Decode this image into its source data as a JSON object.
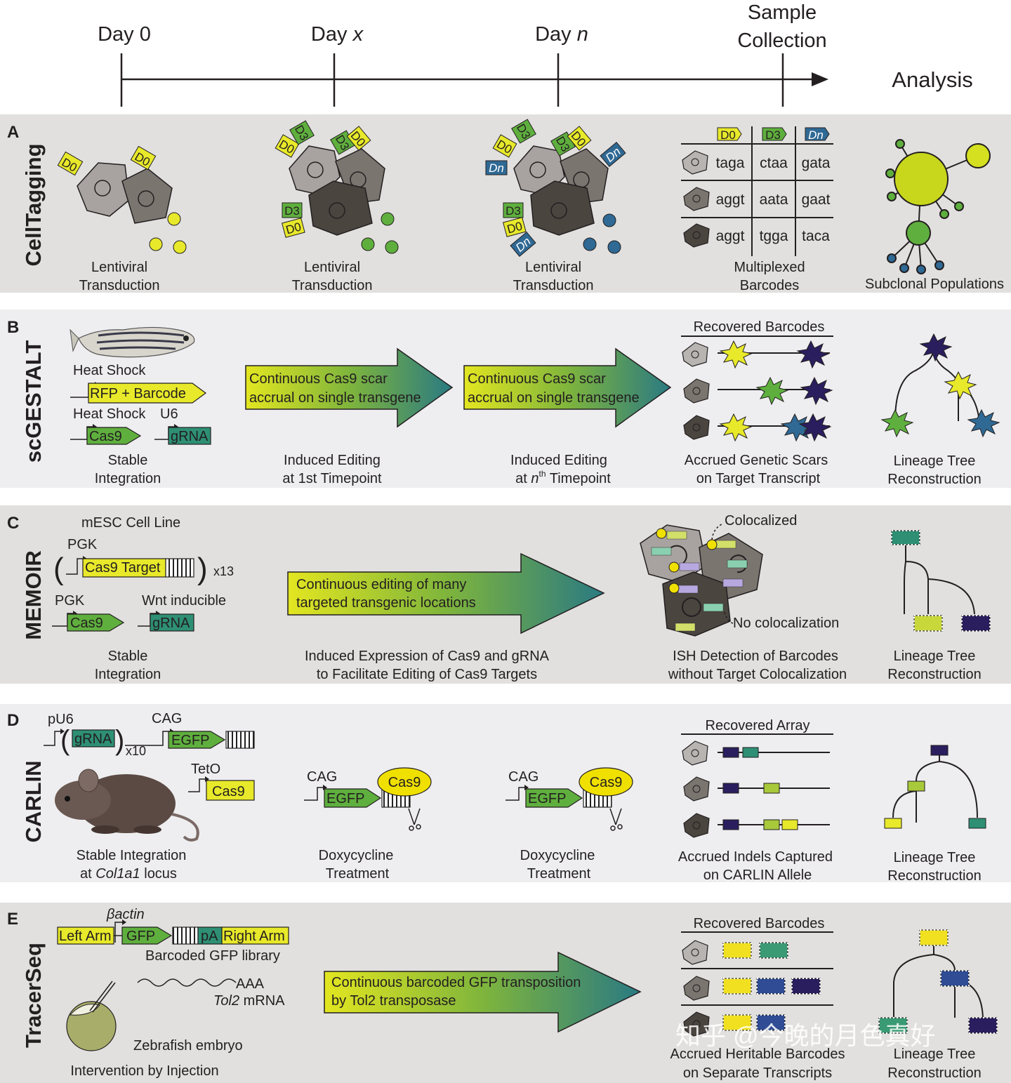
{
  "timeline": {
    "day0": "Day 0",
    "dayx_prefix": "Day ",
    "dayx_var": "x",
    "dayn_prefix": "Day ",
    "dayn_var": "n",
    "sample_line1": "Sample",
    "sample_line2": "Collection",
    "analysis": "Analysis"
  },
  "panel_a": {
    "letter": "A",
    "method": "CellTagging",
    "tags": {
      "d0": "D0",
      "d3": "D3",
      "dn": "Dn"
    },
    "captions": {
      "transduction_line1": "Lentiviral",
      "transduction_line2": "Transduction",
      "multiplexed_line1": "Multiplexed",
      "multiplexed_line2": "Barcodes",
      "subclonal": "Subclonal Populations"
    },
    "barcode_table": [
      [
        "taga",
        "ctaa",
        "gata"
      ],
      [
        "aggt",
        "aata",
        "gaat"
      ],
      [
        "aggt",
        "tgga",
        "taca"
      ]
    ]
  },
  "panel_b": {
    "letter": "B",
    "method": "scGESTALT",
    "heat_shock": "Heat Shock",
    "rfp_barcode": "RFP + Barcode",
    "heat_shock2": "Heat Shock",
    "u6": "U6",
    "cas9": "Cas9",
    "grna": "gRNA",
    "arrow_line1": "Continuous Cas9 scar",
    "arrow_line2": "accrual on single transgene",
    "recovered": "Recovered Barcodes",
    "captions": {
      "stable_line1": "Stable",
      "stable_line2": "Integration",
      "induced1_line1": "Induced Editing",
      "induced1_line2": "at 1st Timepoint",
      "inducedn_line1": "Induced Editing",
      "inducedn_prefix": "at ",
      "inducedn_var": "n",
      "inducedn_sup": "th",
      "inducedn_suffix": " Timepoint",
      "accrued_line1": "Accrued Genetic Scars",
      "accrued_line2": "on Target Transcript",
      "lineage_line1": "Lineage Tree",
      "lineage_line2": "Reconstruction"
    }
  },
  "panel_c": {
    "letter": "C",
    "method": "MEMOIR",
    "cell_line": "mESC Cell Line",
    "pgk": "PGK",
    "cas9_target": "Cas9 Target",
    "x13": "x13",
    "pgk2": "PGK",
    "wnt": "Wnt inducible",
    "cas9": "Cas9",
    "grna": "gRNA",
    "arrow_line1": "Continuous editing of many",
    "arrow_line2": "targeted transgenic locations",
    "colocalized": "Colocalized",
    "no_coloc": "No colocalization",
    "captions": {
      "stable_line1": "Stable",
      "stable_line2": "Integration",
      "induced_line1": "Induced Expression of Cas9 and gRNA",
      "induced_line2": "to Facilitate Editing of Cas9 Targets",
      "ish_line1": "ISH Detection of Barcodes",
      "ish_line2": "without Target Colocalization",
      "lineage_line1": "Lineage Tree",
      "lineage_line2": "Reconstruction"
    }
  },
  "panel_d": {
    "letter": "D",
    "method": "CARLIN",
    "pu6": "pU6",
    "grna": "gRNA",
    "x10": "x10",
    "cag": "CAG",
    "egfp": "EGFP",
    "teto": "TetO",
    "cas9": "Cas9",
    "recovered": "Recovered Array",
    "captions": {
      "stable_line1": "Stable Integration",
      "stable_prefix": "at ",
      "stable_var": "Col1a1",
      "stable_suffix": " locus",
      "doxy_line1": "Doxycycline",
      "doxy_line2": "Treatment",
      "accrued_line1": "Accrued Indels Captured",
      "accrued_line2": "on CARLIN Allele",
      "lineage_line1": "Lineage Tree",
      "lineage_line2": "Reconstruction"
    }
  },
  "panel_e": {
    "letter": "E",
    "method": "TracerSeq",
    "bactin": "βactin",
    "left_arm": "Left Arm",
    "gfp": "GFP",
    "pa": "pA",
    "right_arm": "Right Arm",
    "library": "Barcoded GFP library",
    "aaa": "AAA",
    "tol2_var": "Tol2",
    "tol2_suffix": " mRNA",
    "embryo": "Zebrafish embryo",
    "injection": "Intervention by Injection",
    "arrow_line1": "Continuous barcoded GFP transposition",
    "arrow_line2": "by Tol2 transposase",
    "recovered": "Recovered Barcodes",
    "captions": {
      "accrued_line1": "Accrued Heritable Barcodes",
      "accrued_line2": "on Separate Transcripts",
      "lineage_line1": "Lineage Tree",
      "lineage_line2": "Reconstruction"
    }
  },
  "watermark": "知乎 @今晚的月色真好",
  "colors": {
    "yellow": "#e8e92a",
    "green": "#5faf3e",
    "teal": "#2e8f74",
    "blue": "#2f6994",
    "navy": "#2b1e5e",
    "lime": "#c8d73a",
    "panel_gray": "#e1e0de",
    "panel_light": "#eeeef0"
  }
}
